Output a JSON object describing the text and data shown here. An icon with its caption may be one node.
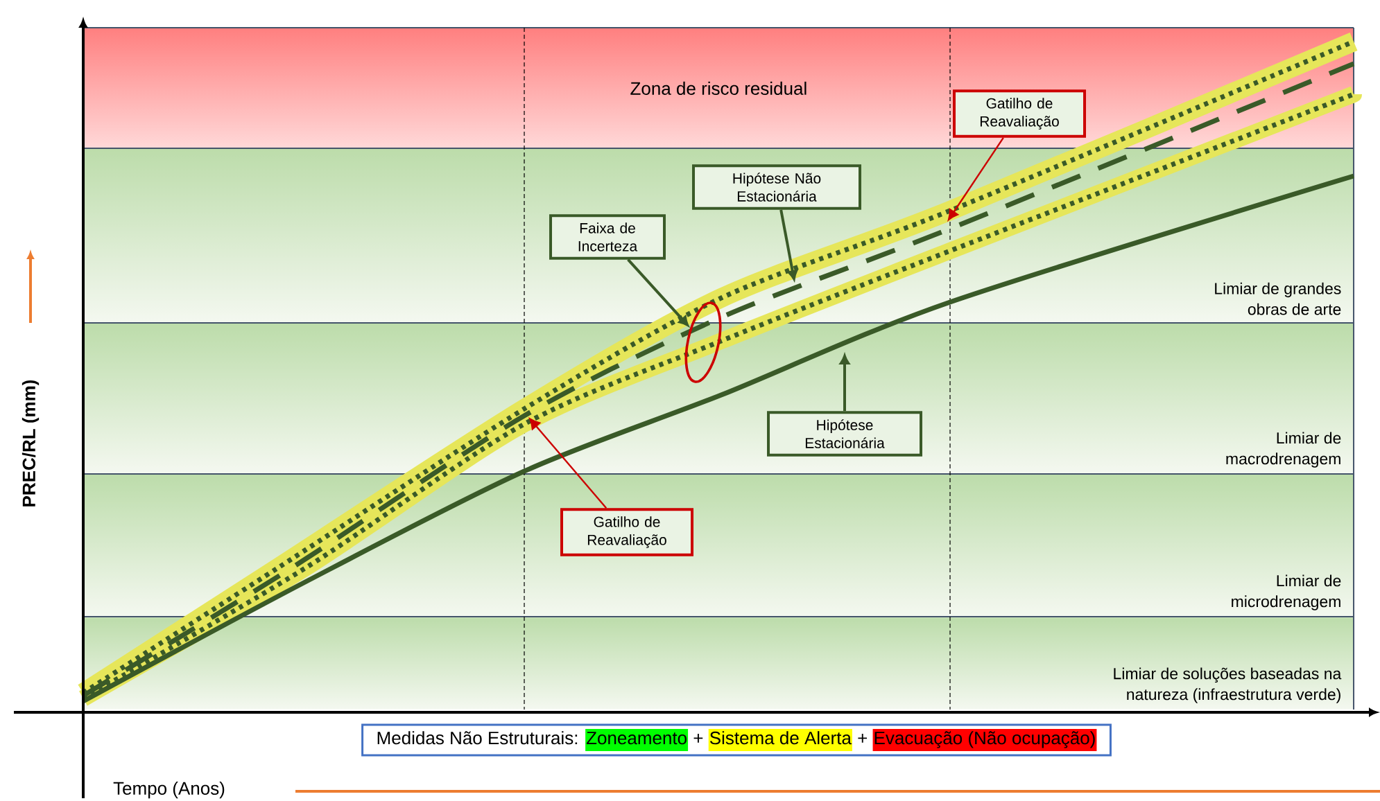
{
  "diagram": {
    "nodes": [
      {
        "text": [
          "Zona de risco residual"
        ]
      },
      {
        "text": [
          "Limiar de grandes obras de arte"
        ]
      },
      {
        "text": [
          "Limiar de macrodrenagem"
        ]
      },
      {
        "text": [
          "Limiar de microdrenagem"
        ]
      },
      {
        "text": [
          "Limiar de soluções baseadas na natureza (infraestrutura verde)"
        ]
      },
      {
        "text": [
          "Faixa de Incerteza"
        ]
      },
      {
        "text": [
          "Hipótese Não Estacionária"
        ]
      },
      {
        "text": [
          "Gatilho de Reavaliação"
        ]
      },
      {
        "text": [
          "Hipótese Estacionária"
        ]
      },
      {
        "text": [
          "Gatilho de Reavaliação"
        ]
      },
      {
        "text": [],
        "shape": "ellipse"
      },
      {
        "text": [
          "Medidas Não Estruturais:",
          "Zoneamento",
          "+",
          "Sistema de Alerta",
          "+",
          "Evacuação (Não ocupação)"
        ]
      }
    ],
    "edges": [
      {
        "from": 5,
        "to": 10,
        "arrow": "to"
      },
      {
        "from": 6,
        "to": null,
        "arrow": "to"
      },
      {
        "from": 7,
        "to": null,
        "arrow": "to",
        "color": "#cc0000"
      },
      {
        "from": 8,
        "to": null,
        "arrow": "to"
      },
      {
        "from": 9,
        "to": null,
        "arrow": "to",
        "color": "#cc0000"
      }
    ],
    "labels": [
      "PREC/RL (mm)",
      "Tempo (Anos)"
    ]
  }
}
